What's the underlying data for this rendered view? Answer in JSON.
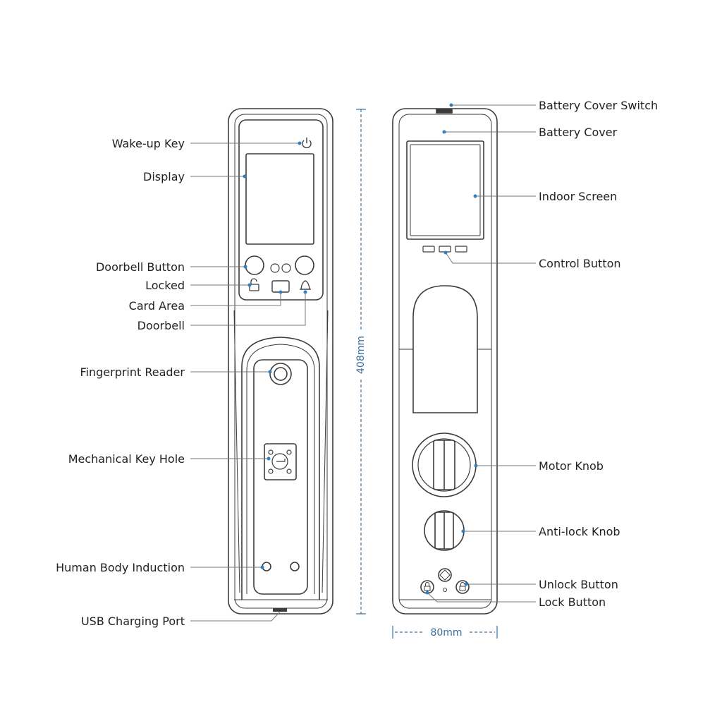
{
  "colors": {
    "outline": "#3c3c3c",
    "leader": "#777777",
    "accent": "#2f7fc1",
    "text": "#222222"
  },
  "front_labels": {
    "wake_up_key": "Wake-up Key",
    "display": "Display",
    "doorbell_button": "Doorbell Button",
    "locked": "Locked",
    "card_area": "Card Area",
    "doorbell": "Doorbell",
    "fingerprint_reader": "Fingerprint Reader",
    "mechanical_key_hole": "Mechanical Key Hole",
    "human_body_induction": "Human Body Induction",
    "usb_charging_port": "USB Charging Port"
  },
  "back_labels": {
    "battery_cover_switch": "Battery Cover Switch",
    "battery_cover": "Battery Cover",
    "indoor_screen": "Indoor Screen",
    "control_button": "Control Button",
    "motor_knob": "Motor Knob",
    "anti_lock_knob": "Anti-lock Knob",
    "unlock_button": "Unlock Button",
    "lock_button": "Lock Button"
  },
  "dimensions": {
    "height": "408mm",
    "width": "80mm"
  },
  "icons": [
    "power-icon",
    "padlock-icon",
    "bell-icon",
    "card-icon",
    "key-icon"
  ]
}
